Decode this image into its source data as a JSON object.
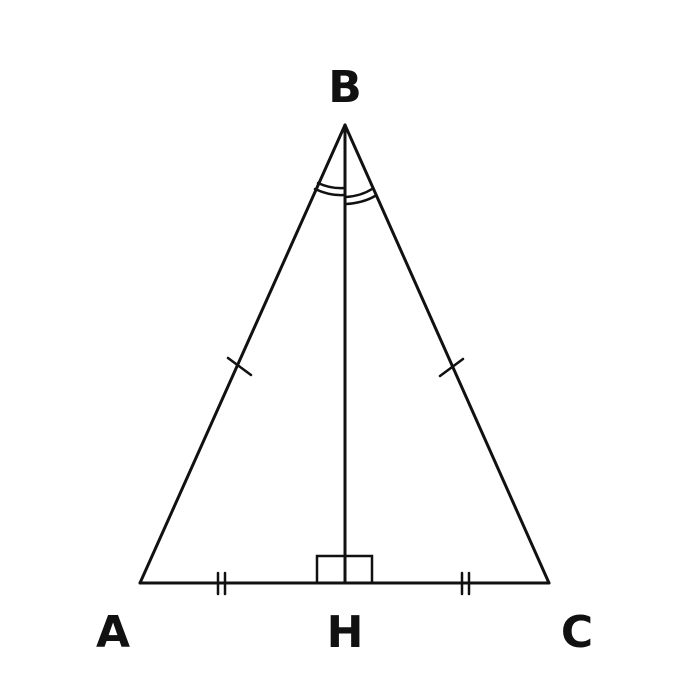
{
  "figure": {
    "vertices": {
      "A": "A",
      "B": "B",
      "C": "C",
      "H": "H"
    }
  }
}
